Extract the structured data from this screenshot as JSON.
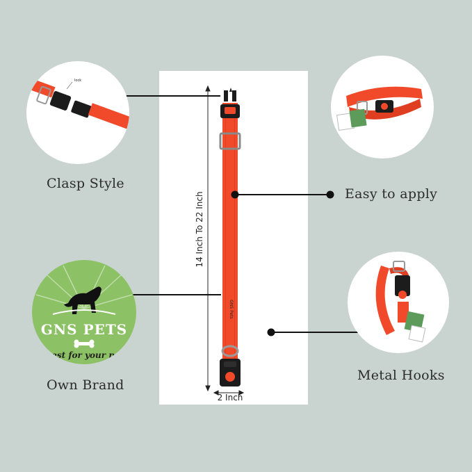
{
  "labels": {
    "clasp_style": "Clasp Style",
    "easy_to_apply": "Easy to apply",
    "own_brand": "Own Brand",
    "metal_hooks": "Metal Hooks"
  },
  "dimensions": {
    "length": "14 Inch To 22 Inch",
    "width": "2 Inch"
  },
  "brand": {
    "name": "GNS PETS",
    "tagline": "Best for your pet",
    "strap_print": "GNS Pets"
  },
  "clasp_detail": {
    "tag": "lock"
  },
  "colors": {
    "background": "#c9d3cf",
    "collar": "#f04a2a",
    "buckle": "#1c1c1c",
    "brand_green": "#8cc165"
  }
}
